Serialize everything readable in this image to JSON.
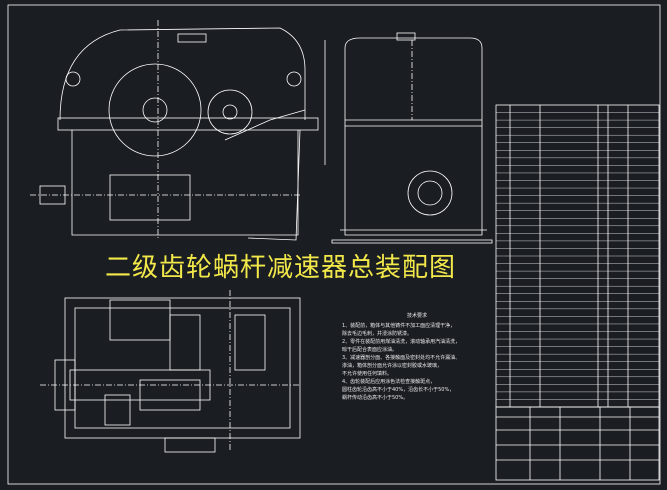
{
  "drawing": {
    "title": "二级齿轮蜗杆减速器总装配图",
    "notes_title": "技术要求",
    "notes": [
      "1、装配前，箱体与其他铸件不加工面应清理干净，",
      "除去毛边毛刺，并浸涂防锈漆。",
      "2、零件在装配前用煤油清洗，滚动轴承用汽油清洗，",
      "晾干后配合表面应涂油。",
      "3、减速器剖分面、各接触面及密封处均不允许漏油、",
      "渗油，箱体剖分面允许涂以密封胶或水玻璃，",
      "不允许使用任何填料。",
      "4、齿轮装配后应用涂色法检查接触斑点，",
      "圆柱齿轮沿齿高不小于40%，沿齿长不小于50%，",
      "蜗杆传动沿齿高不小于50%。"
    ],
    "colors": {
      "background": "#1a1d22",
      "lines": "#ffffff",
      "title": "#f2e84a"
    }
  }
}
